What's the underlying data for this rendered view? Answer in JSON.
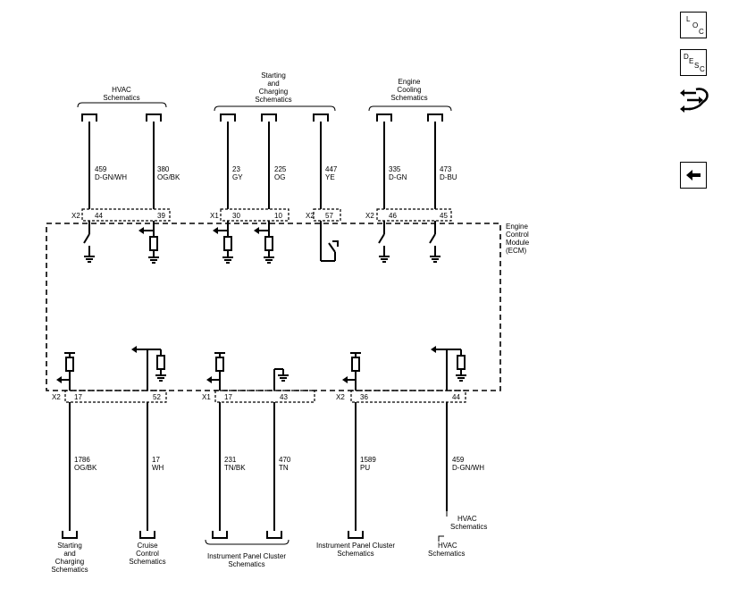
{
  "side_buttons": {
    "loc": {
      "l1": "L",
      "l2": "O",
      "l3": "C"
    },
    "desc": {
      "l1": "D",
      "l2": "E",
      "l3": "S",
      "l4": "C"
    },
    "back_icon": "left-arrow-icon",
    "wrench_icon": "wrench-icon"
  },
  "module": {
    "line1": "Engine",
    "line2": "Control",
    "line3": "Module",
    "line4": "(ECM)"
  },
  "top_groups": [
    {
      "lines": [
        "HVAC",
        "Schematics"
      ]
    },
    {
      "lines": [
        "Starting",
        "and",
        "Charging",
        "Schematics"
      ]
    },
    {
      "lines": [
        "Engine",
        "Cooling",
        "Schematics"
      ]
    }
  ],
  "top_wires": [
    {
      "circuit": "459",
      "color": "D-GN/WH",
      "conn": "X2",
      "pin": "44"
    },
    {
      "circuit": "380",
      "color": "OG/BK",
      "conn": "",
      "pin": "39"
    },
    {
      "circuit": "23",
      "color": "GY",
      "conn": "X1",
      "pin": "30"
    },
    {
      "circuit": "225",
      "color": "OG",
      "conn": "",
      "pin": "10"
    },
    {
      "circuit": "447",
      "color": "YE",
      "conn": "X2",
      "pin": "57"
    },
    {
      "circuit": "335",
      "color": "D-GN",
      "conn": "X2",
      "pin": "46"
    },
    {
      "circuit": "473",
      "color": "D-BU",
      "conn": "",
      "pin": "45"
    }
  ],
  "bottom_wires": [
    {
      "circuit": "1786",
      "color": "OG/BK",
      "conn": "X2",
      "pin": "17"
    },
    {
      "circuit": "17",
      "color": "WH",
      "conn": "",
      "pin": "52"
    },
    {
      "circuit": "231",
      "color": "TN/BK",
      "conn": "X1",
      "pin": "17"
    },
    {
      "circuit": "470",
      "color": "TN",
      "conn": "",
      "pin": "43"
    },
    {
      "circuit": "1589",
      "color": "PU",
      "conn": "X2",
      "pin": "36"
    },
    {
      "circuit": "459",
      "color": "D-GN/WH",
      "conn": "",
      "pin": "44"
    }
  ],
  "bottom_groups": [
    {
      "lines": [
        "Starting",
        "and",
        "Charging",
        "Schematics"
      ]
    },
    {
      "lines": [
        "Cruise",
        "Control",
        "Schematics"
      ]
    },
    {
      "lines": [
        "Instrument Panel Cluster",
        "Schematics"
      ]
    },
    {
      "lines": [
        "Instrument Panel Cluster",
        "Schematics"
      ]
    },
    {
      "lines": [
        "HVAC",
        "Schematics"
      ]
    },
    {
      "lines": [
        "HVAC",
        "Schematics"
      ]
    }
  ]
}
